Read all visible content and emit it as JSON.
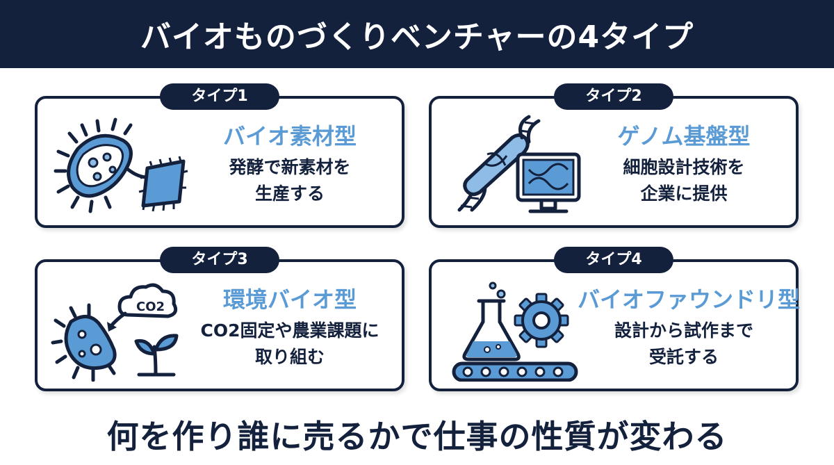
{
  "header": {
    "title": "バイオものづくりベンチャーの4タイプ"
  },
  "cards": [
    {
      "badge": "タイプ1",
      "title": "バイオ素材型",
      "desc": [
        "発酵で新素材を",
        "生産する"
      ],
      "icon": "microbe-fabric-icon"
    },
    {
      "badge": "タイプ2",
      "title": "ゲノム基盤型",
      "desc": [
        "細胞設計技術を",
        "企業に提供"
      ],
      "icon": "dna-monitor-icon"
    },
    {
      "badge": "タイプ3",
      "title": "環境バイオ型",
      "desc": [
        "CO2固定や農業課題に",
        "取り組む"
      ],
      "icon": "co2-microbe-plant-icon",
      "co2_label": "CO2"
    },
    {
      "badge": "タイプ4",
      "title": "バイオファウンドリ型",
      "desc": [
        "設計から試作まで",
        "受託する"
      ],
      "icon": "flask-gear-conveyor-icon"
    }
  ],
  "footer": {
    "text": "何を作り誰に売るかで仕事の性質が変わる"
  },
  "colors": {
    "navy": "#14213d",
    "accent": "#5b9bd5",
    "light_blue": "#8fbce6",
    "white": "#ffffff"
  }
}
